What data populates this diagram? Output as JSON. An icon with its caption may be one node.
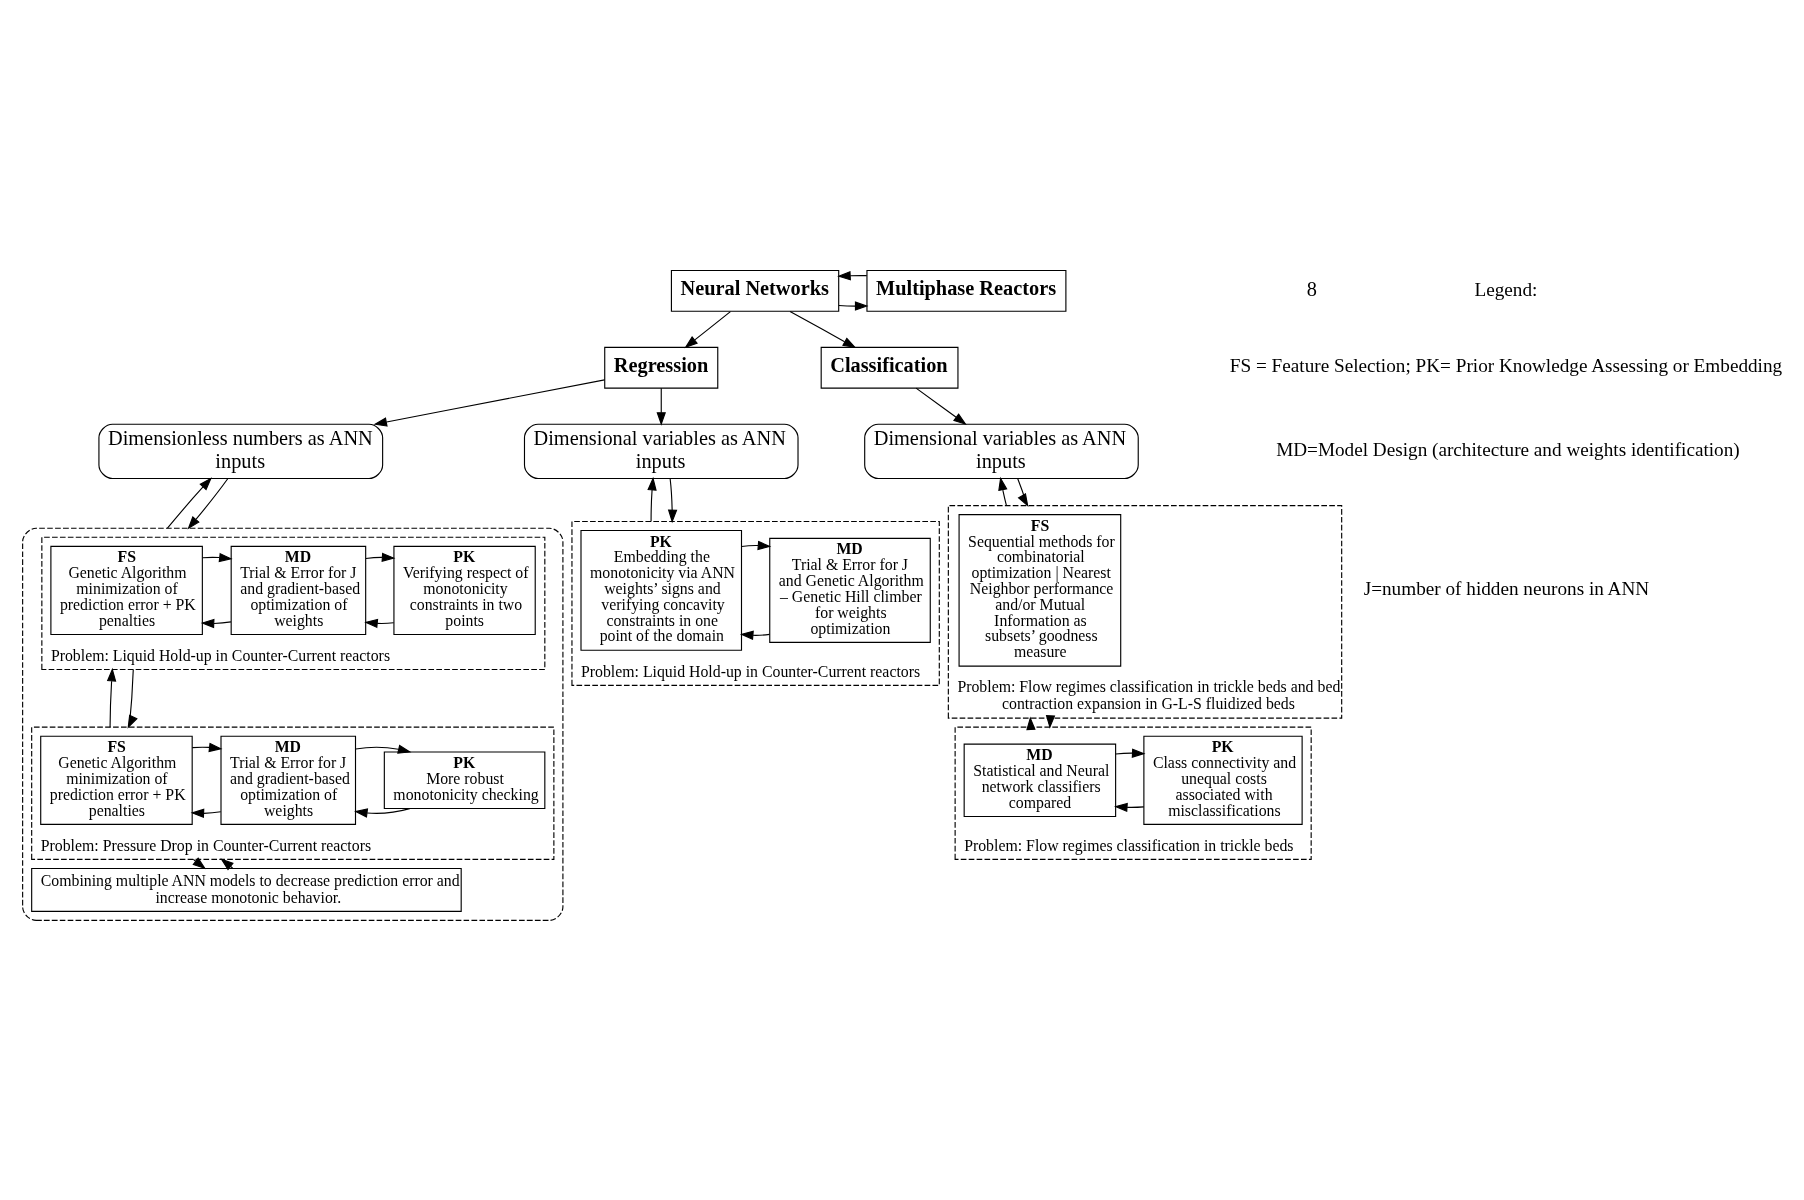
{
  "diagram": {
    "nodes": [
      {
        "text": [
          "Neural Networks"
        ]
      },
      {
        "text": [
          "Multiphase Reactors"
        ]
      },
      {
        "text": [
          "Regression"
        ]
      },
      {
        "text": [
          "Classification"
        ]
      },
      {
        "text": [
          "Dimensionless numbers as ANN inputs"
        ]
      },
      {
        "text": [
          "Dimensional variables as ANN inputs"
        ]
      },
      {
        "text": [
          "Dimensional variables as ANN inputs"
        ]
      },
      {
        "text": [],
        "shape": "box"
      },
      {
        "text": [
          "Problem: Liquid Hold-up in Counter-Current reactors"
        ],
        "in": 7
      },
      {
        "text": [
          "FS",
          "Genetic Algorithm minimization of prediction error + PK penalties"
        ],
        "in": 8
      },
      {
        "text": [
          "MD",
          "Trial & Error for J and gradient-based optimization of weights"
        ],
        "in": 8
      },
      {
        "text": [
          "PK",
          "Verifying respect of monotonicity constraints in two points"
        ],
        "in": 8
      },
      {
        "text": [
          "Problem: Pressure Drop in Counter-Current reactors"
        ],
        "in": 7
      },
      {
        "text": [
          "FS",
          "Genetic Algorithm minimization of prediction error + PK penalties"
        ],
        "in": 12
      },
      {
        "text": [
          "MD",
          "Trial & Error for J and gradient-based optimization of weights"
        ],
        "in": 12
      },
      {
        "text": [
          "PK",
          "More robust monotonicity checking"
        ],
        "in": 12
      },
      {
        "text": [
          "Combining multiple ANN models to decrease prediction error and increase monotonic behavior."
        ],
        "in": 7
      },
      {
        "text": [
          "Problem: Liquid Hold-up in Counter-Current reactors"
        ]
      },
      {
        "text": [
          "PK",
          "Embedding the monotonicity via ANN weights’ signs and verifying concavity constraints in one point of the domain"
        ],
        "in": 17
      },
      {
        "text": [
          "MD",
          "Trial & Error for J and Genetic Algorithm – Genetic Hill climber for weights optimization"
        ],
        "in": 17
      },
      {
        "text": [
          "Problem: Flow regimes classification in trickle beds and bed contraction expansion in G-L-S fluidized beds"
        ]
      },
      {
        "text": [
          "FS",
          "Sequential methods for combinatorial optimization | Nearest Neighbor performance and/or Mutual Information as subsets’ goodness measure"
        ],
        "in": 20
      },
      {
        "text": [
          "Problem: Flow regimes classification in trickle beds"
        ]
      },
      {
        "text": [
          "MD",
          "Statistical and Neural network classifiers compared"
        ],
        "in": 22
      },
      {
        "text": [
          "PK",
          "Class connectivity and unequal costs associated with misclassifications"
        ],
        "in": 22
      }
    ],
    "edges": [
      {
        "from": 0,
        "to": 1,
        "arrow": "to"
      },
      {
        "from": 1,
        "to": 0,
        "arrow": "to"
      },
      {
        "from": 0,
        "to": 2,
        "arrow": "to"
      },
      {
        "from": 0,
        "to": 3,
        "arrow": "to"
      },
      {
        "from": 2,
        "to": 4,
        "arrow": "to"
      },
      {
        "from": 2,
        "to": 5,
        "arrow": "to"
      },
      {
        "from": 3,
        "to": 6,
        "arrow": "to"
      },
      {
        "from": 4,
        "to": 7,
        "arrow": "to"
      },
      {
        "from": 7,
        "to": 4,
        "arrow": "to"
      },
      {
        "from": 10,
        "to": 9,
        "arrow": "to"
      },
      {
        "from": 9,
        "to": 10,
        "arrow": "to"
      },
      {
        "from": 11,
        "to": 10,
        "arrow": "to"
      },
      {
        "from": 10,
        "to": 11,
        "arrow": "to"
      },
      {
        "from": 8,
        "to": 12,
        "arrow": "to"
      },
      {
        "from": 12,
        "to": 8,
        "arrow": "to"
      },
      {
        "from": 14,
        "to": 13,
        "arrow": "to"
      },
      {
        "from": 13,
        "to": 14,
        "arrow": "to"
      },
      {
        "from": 15,
        "to": 14,
        "arrow": "to"
      },
      {
        "from": 14,
        "to": 15,
        "arrow": "to"
      },
      {
        "from": 12,
        "to": 16,
        "arrow": "to"
      },
      {
        "from": 16,
        "to": 12,
        "arrow": "to"
      },
      {
        "from": 5,
        "to": 17,
        "arrow": "to"
      },
      {
        "from": 17,
        "to": 5,
        "arrow": "to"
      },
      {
        "from": 19,
        "to": 18,
        "arrow": "to"
      },
      {
        "from": 18,
        "to": 19,
        "arrow": "to"
      },
      {
        "from": 6,
        "to": 20,
        "arrow": "to"
      },
      {
        "from": 20,
        "to": 6,
        "arrow": "to"
      },
      {
        "from": 20,
        "to": 22,
        "arrow": "to"
      },
      {
        "from": 22,
        "to": 20,
        "arrow": "to"
      },
      {
        "from": 24,
        "to": 23,
        "arrow": "to"
      },
      {
        "from": 23,
        "to": 24,
        "arrow": "to"
      }
    ],
    "labels": [
      "8",
      "Legend:",
      "FS = Feature Selection; PK= Prior Knowledge Assessing or Embedding",
      "MD=Model Design (architecture and weights identification)",
      "J=number of hidden neurons in ANN"
    ]
  }
}
